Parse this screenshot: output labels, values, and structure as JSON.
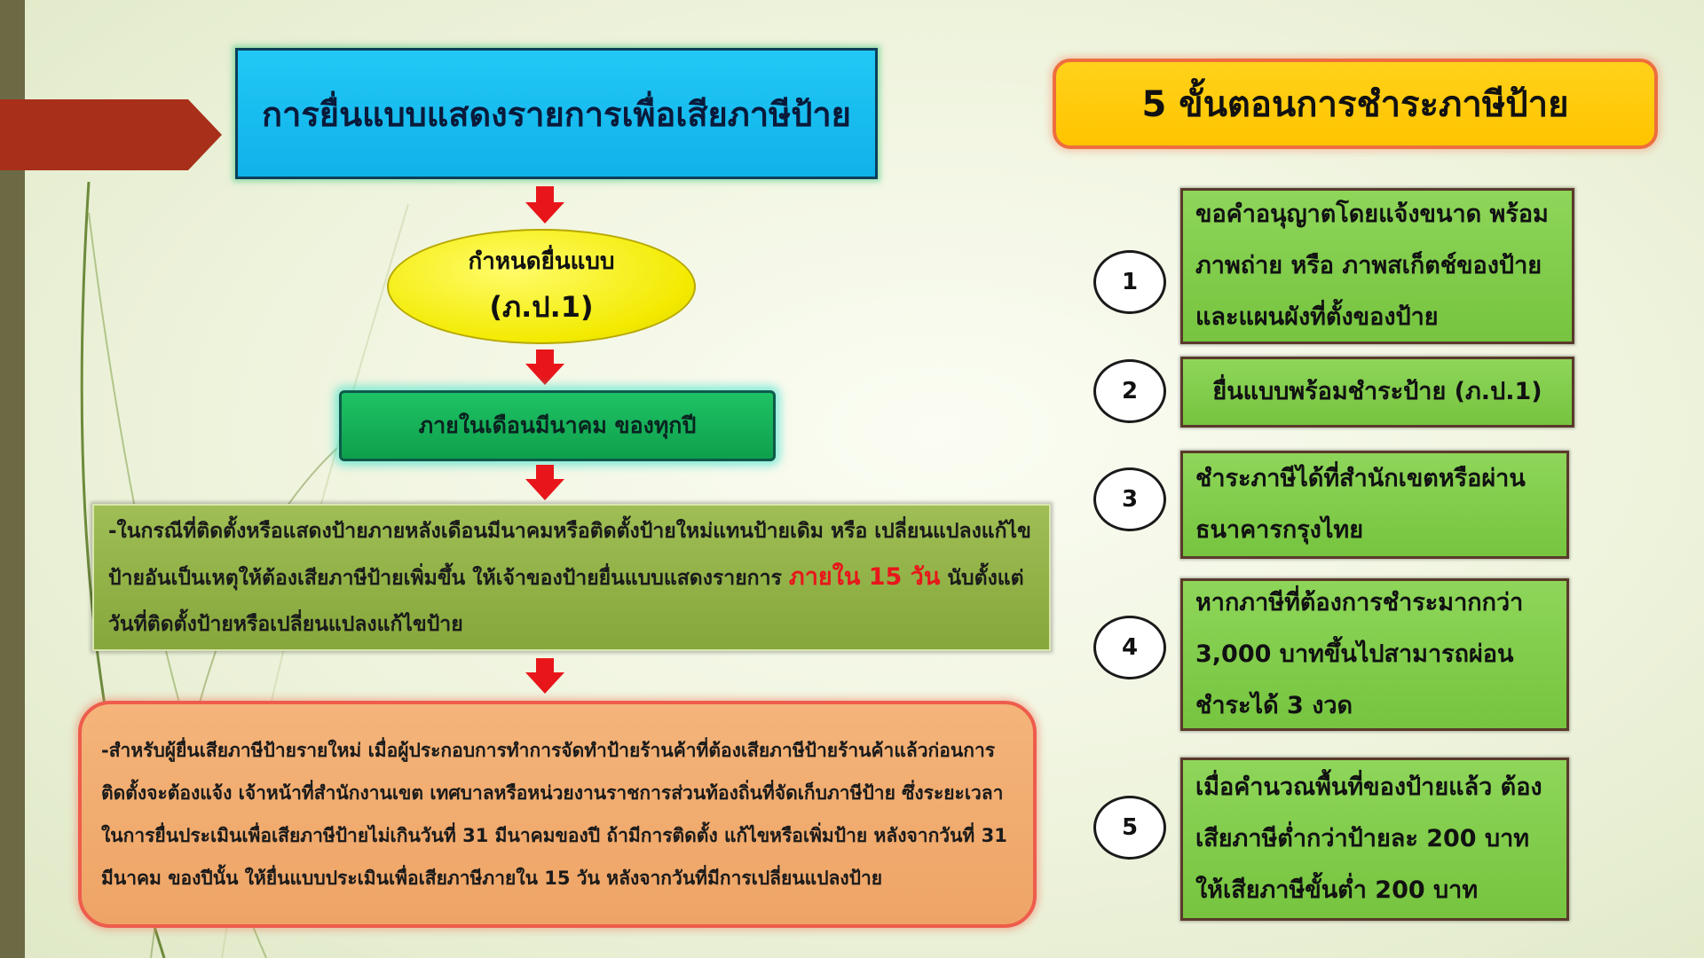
{
  "colors": {
    "title_box": "#1bbff2",
    "ellipse": "#f3ea00",
    "month_box": "#14b158",
    "olive_box": "#92b348",
    "orange_box": "#f0aa6e",
    "right_title": "#ffcc00",
    "step_box": "#82cd4c",
    "arrow": "#e8161b"
  },
  "left": {
    "title": "การยื่นแบบแสดงรายการเพื่อเสียภาษีป้าย",
    "deadline_line1": "กำหนดยื่นแบบ",
    "deadline_line2": "(ภ.ป.1)",
    "month": "ภายในเดือนมีนาคม  ของทุกปี",
    "olive_note_before": "-ในกรณีที่ติดตั้งหรือแสดงป้ายภายหลังเดือนมีนาคมหรือติดตั้งป้ายใหม่แทนป้ายเดิม หรือ เปลี่ยนแปลงแก้ไขป้ายอันเป็นเหตุให้ต้องเสียภาษีป้ายเพิ่มขึ้น  ให้เจ้าของป้ายยื่นแบบแสดงรายการ ",
    "olive_note_highlight": "ภายใน 15 วัน",
    "olive_note_after": " นับตั้งแต่วันที่ติดตั้งป้ายหรือเปลี่ยนแปลงแก้ไขป้าย",
    "orange_note": "-สำหรับผู้ยื่นเสียภาษีป้ายรายใหม่  เมื่อผู้ประกอบการทำการจัดทำป้ายร้านค้าที่ต้องเสียภาษีป้ายร้านค้าแล้วก่อนการติดตั้งจะต้องแจ้ง  เจ้าหน้าที่สำนักงานเขต  เทศบาลหรือหน่วยงานราชการส่วนท้องถิ่นที่จัดเก็บภาษีป้าย  ซึ่งระยะเวลาในการยื่นประเมินเพื่อเสียภาษีป้ายไม่เกินวันที่  31  มีนาคมของปี  ถ้ามีการติดตั้ง  แก้ไขหรือเพิ่มป้าย  หลังจากวันที่  31  มีนาคม  ของปีนั้น  ให้ยื่นแบบประเมินเพื่อเสียภาษีภายใน  15  วัน  หลังจากวันที่มีการเปลี่ยนแปลงป้าย"
  },
  "right": {
    "title": "5 ขั้นตอนการชำระภาษีป้าย",
    "steps": [
      {
        "num": "1",
        "text": "ขอคำอนุญาตโดยแจ้งขนาด พร้อมภาพถ่าย หรือ ภาพสเก็ตช์ของป้ายและแผนผังที่ตั้งของป้าย"
      },
      {
        "num": "2",
        "text": "ยื่นแบบพร้อมชำระป้าย (ภ.ป.1)"
      },
      {
        "num": "3",
        "text": "ชำระภาษีได้ที่สำนักเขตหรือผ่านธนาคารกรุงไทย"
      },
      {
        "num": "4",
        "text": "หากภาษีที่ต้องการชำระมากกว่า 3,000 บาทขึ้นไปสามารถผ่อนชำระได้ 3 งวด"
      },
      {
        "num": "5",
        "text": "เมื่อคำนวณพื้นที่ของป้ายแล้ว ต้องเสียภาษีต่ำกว่าป้ายละ 200 บาท ให้เสียภาษีขั้นต่ำ 200 บาท"
      }
    ]
  }
}
